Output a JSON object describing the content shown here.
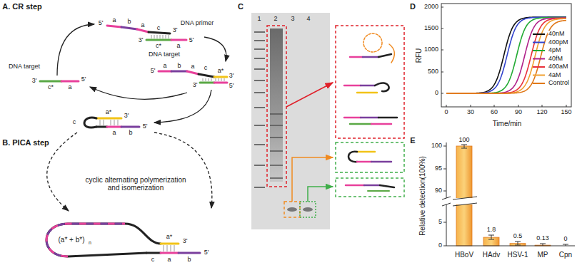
{
  "diagram": {
    "labels": [
      "A. CR step",
      "5'",
      "a",
      "b",
      "a",
      "c",
      "3'",
      "DNA primer",
      "3'",
      "c*",
      "a",
      "5'",
      "DNA target",
      "DNA target",
      "3'",
      "c*",
      "a",
      "5'",
      "5'",
      "a",
      "b",
      "a",
      "c",
      "a*",
      "3'",
      "3'",
      "5'",
      "3'",
      "a*",
      "c",
      "a",
      "b",
      "5'",
      "B. PICA step",
      "cyclic alternating polymerization and isomerization",
      "(a* + b*)",
      "n",
      "a*",
      "3'",
      "c",
      "a",
      "b",
      "5'",
      "C",
      "1",
      "2",
      "3",
      "4",
      "D",
      "RFU",
      "2000",
      "1500",
      "1000",
      "500",
      "0",
      "0",
      "30",
      "60",
      "90",
      "120",
      "150",
      "Time/min",
      "E",
      "Relative detection(100%)",
      "100",
      "95",
      "90",
      "5",
      "0",
      "100",
      "1.8",
      "0.5",
      "0.13",
      "0",
      "HBoV",
      "HAdv",
      "HSV-1",
      "MP",
      "Cpn"
    ],
    "legend": [
      {
        "text": "40nM"
      },
      {
        "text": "400pM"
      },
      {
        "text": "4pM"
      },
      {
        "text": "40fM"
      },
      {
        "text": "400aM"
      },
      {
        "text": "4aM"
      },
      {
        "text": "Control"
      }
    ]
  }
}
